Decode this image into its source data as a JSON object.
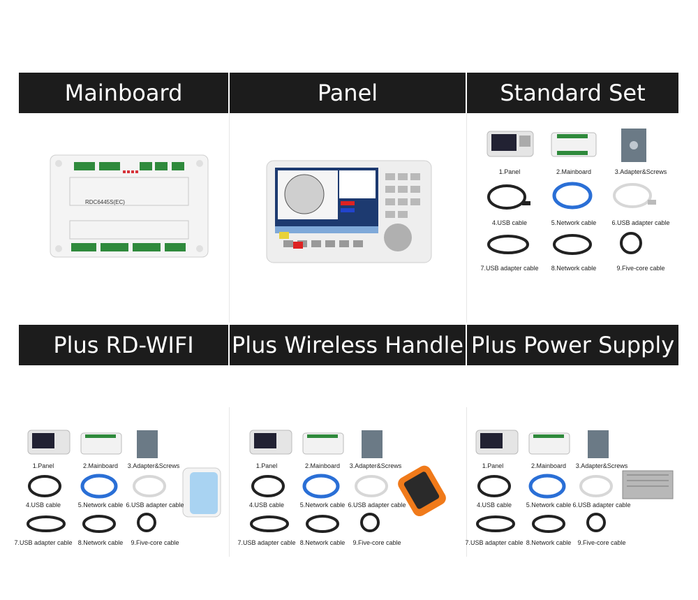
{
  "headers": {
    "mainboard": "Mainboard",
    "panel": "Panel",
    "standard_set": "Standard Set",
    "plus_wifi": "Plus RD-WIFI",
    "plus_wireless_handle": "Plus Wireless Handle",
    "plus_power_supply": "Plus Power Supply"
  },
  "mainboard_model": "RDC6445S(EC)",
  "items": {
    "panel": "1.Panel",
    "mainboard": "2.Mainboard",
    "adapter_screws": "3.Adapter&Screws",
    "usb_cable": "4.USB cable",
    "network_cable": "5.Network cable",
    "usb_adapter_cable_6": "6.USB adapter cable",
    "usb_adapter_cable_7": "7.USB adapter cable",
    "network_cable_8": "8.Network cable",
    "five_core_cable": "9.Five-core cable"
  },
  "colors": {
    "header_bg": "#1c1c1c",
    "header_text": "#ffffff",
    "cable_blue": "#2a6fd6",
    "cable_black": "#222222",
    "handle_orange": "#f07a1a"
  }
}
